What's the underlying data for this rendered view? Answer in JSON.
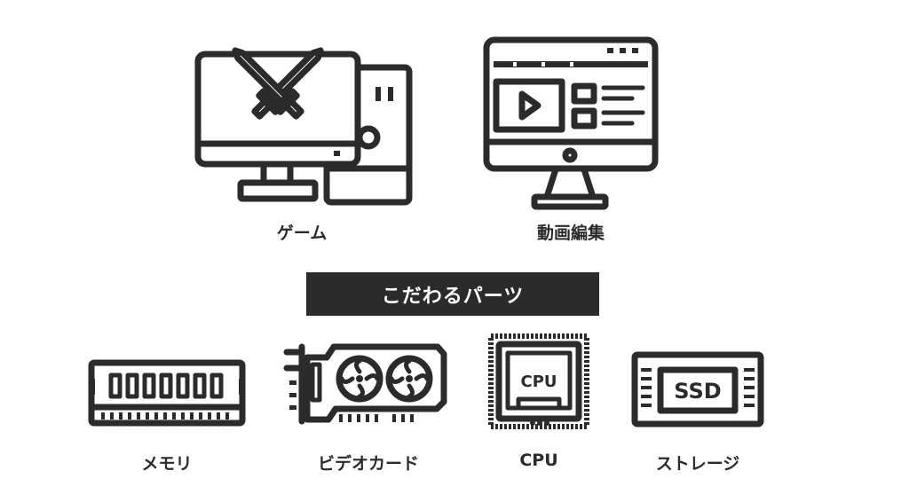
{
  "colors": {
    "ink": "#2b2b2b",
    "background": "#ffffff",
    "banner_text": "#ffffff"
  },
  "uses": [
    {
      "icon": "gaming-pc-icon",
      "label": "ゲーム"
    },
    {
      "icon": "video-editing-monitor-icon",
      "label": "動画編集"
    }
  ],
  "banner": {
    "label": "こだわるパーツ"
  },
  "parts": [
    {
      "icon": "memory-icon",
      "label": "メモリ"
    },
    {
      "icon": "video-card-icon",
      "label": "ビデオカード"
    },
    {
      "icon": "cpu-icon",
      "label": "CPU",
      "chip_text": "CPU"
    },
    {
      "icon": "ssd-icon",
      "label": "ストレージ",
      "chip_text": "SSD"
    }
  ]
}
